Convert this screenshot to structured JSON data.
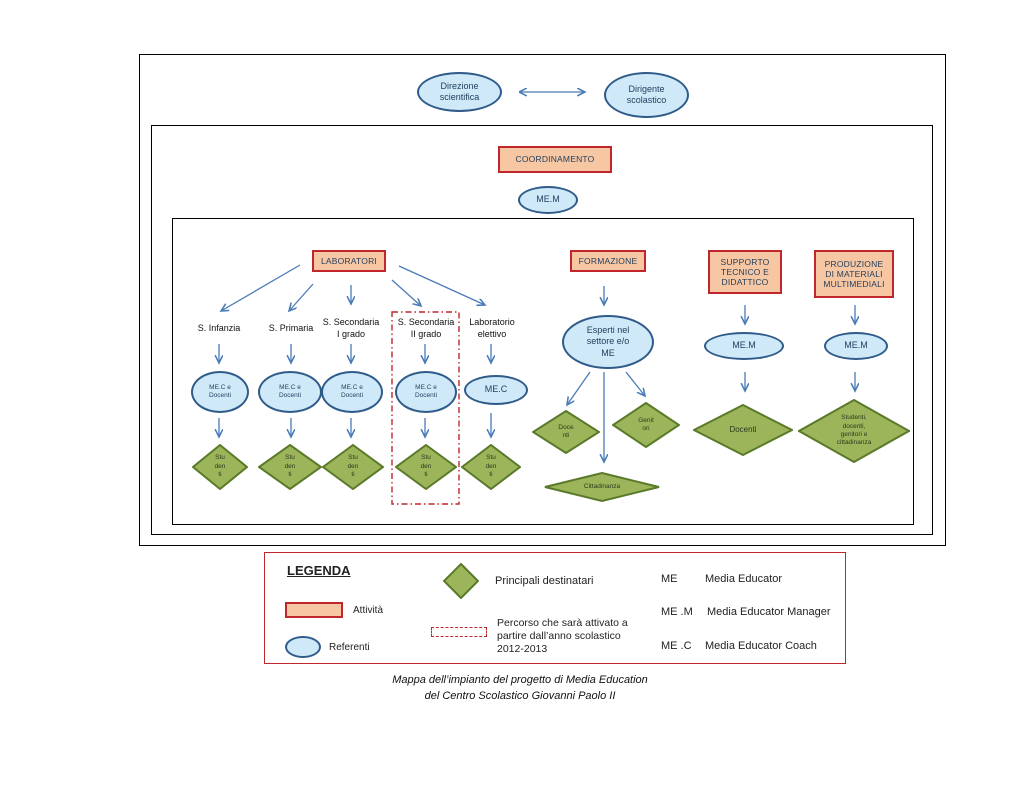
{
  "top": {
    "direzione": "Direzione\nscientifica",
    "dirigente": "Dirigente\nscolastico"
  },
  "coordinamento": {
    "label": "COORDINAMENTO",
    "referente": "ME.M"
  },
  "laboratori": {
    "label": "LABORATORI",
    "columns": [
      {
        "title": "S. Infanzia",
        "referente": "ME.C e\nDocenti",
        "destinatari": "Stu\nden\nti"
      },
      {
        "title": "S. Primaria",
        "referente": "ME.C e\nDocenti",
        "destinatari": "Stu\nden\nti"
      },
      {
        "title": "S. Secondaria\nI grado",
        "referente": "ME.C e\nDocenti",
        "destinatari": "Stu\nden\nti"
      },
      {
        "title": "S. Secondaria\nII grado",
        "referente": "ME.C e\nDocenti",
        "destinatari": "Stu\nden\nti"
      },
      {
        "title": "Laboratorio\nelettivo",
        "referente": "ME.C",
        "destinatari": "Stu\nden\nti"
      }
    ]
  },
  "formazione": {
    "label": "FORMAZIONE",
    "referente": "Esperti nel\nsettore e/o\nME",
    "destinatari": [
      "Doce\nnti",
      "Genit\nori",
      "Cittadinanza"
    ]
  },
  "supporto": {
    "label": "SUPPORTO\nTECNICO E\nDIDATTICO",
    "referente": "ME.M",
    "destinatari": "Docenti"
  },
  "produzione": {
    "label": "PRODUZIONE\nDI MATERIALI\nMULTIMEDIALI",
    "referente": "ME.M",
    "destinatari": "Studenti,\ndocenti,\ngenitori e\ncittadinanza"
  },
  "legend": {
    "title": "LEGENDA",
    "attivita": "Attività",
    "referenti": "Referenti",
    "principali": "Principali destinatari",
    "percorso": "Percorso che sarà attivato a\npartire dall’anno scolastico\n2012-2013",
    "abbr": [
      {
        "code": "ME",
        "meaning": "Media Educator"
      },
      {
        "code": "ME .M",
        "meaning": "Media Educator Manager"
      },
      {
        "code": "ME .C",
        "meaning": "Media Educator Coach"
      }
    ]
  },
  "caption": "Mappa dell’impianto del progetto di Media Education\ndel Centro Scolastico Giovanni Paolo II",
  "colors": {
    "oval_fill": "#cfe9f8",
    "oval_border": "#2f5b8a",
    "rect_fill": "#f7c7a3",
    "rect_border": "#c0262b",
    "diamond_fill": "#9cb55a",
    "diamond_border": "#5a7a2a",
    "arrow": "#4a7bb7"
  }
}
